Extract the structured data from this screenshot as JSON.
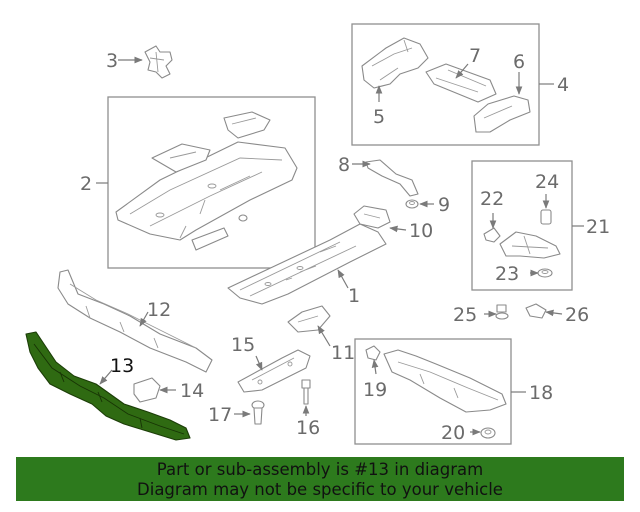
{
  "banner": {
    "line1": "Part or sub-assembly is #13 in diagram",
    "line2": "Diagram may not be specific to your vehicle",
    "color": "#2d7a1d"
  },
  "highlight_color": "#2f6a12",
  "callouts": {
    "c1": "1",
    "c2": "2",
    "c3": "3",
    "c4": "4",
    "c5": "5",
    "c6": "6",
    "c7": "7",
    "c8": "8",
    "c9": "9",
    "c10": "10",
    "c11": "11",
    "c12": "12",
    "c13": "13",
    "c14": "14",
    "c15": "15",
    "c16": "16",
    "c17": "17",
    "c18": "18",
    "c19": "19",
    "c20": "20",
    "c21": "21",
    "c22": "22",
    "c23": "23",
    "c24": "24",
    "c25": "25",
    "c26": "26"
  }
}
